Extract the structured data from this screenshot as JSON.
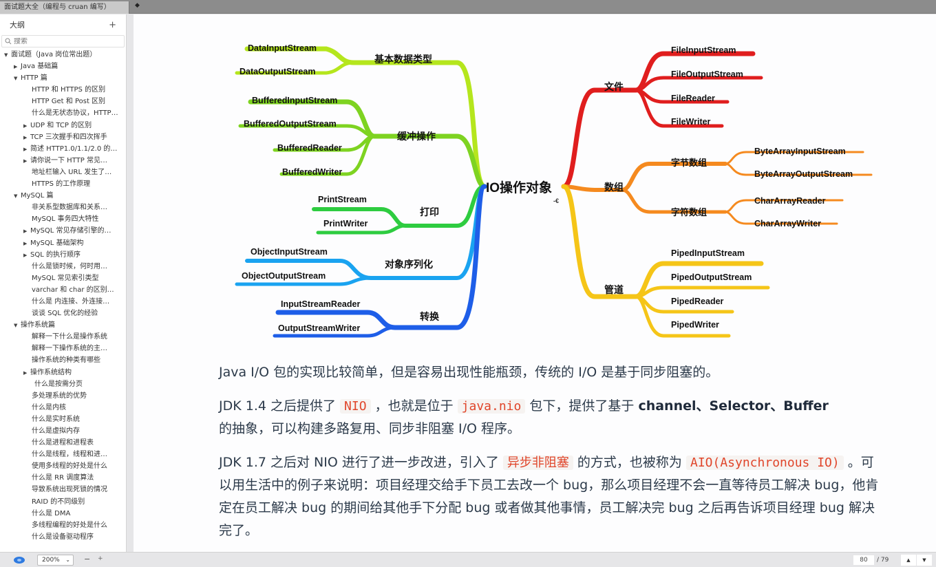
{
  "window": {
    "tab_title": "面试题大全（编程与 cruan 编写）",
    "back_icon": "back-icon"
  },
  "sidebar": {
    "title": "大纲",
    "add_label": "+",
    "search_placeholder": "搜索",
    "items": [
      {
        "label": "面试题（Java 岗位常出题）",
        "level": 0,
        "arrow": "▼"
      },
      {
        "label": "Java 基础篇",
        "level": 1,
        "arrow": "▶"
      },
      {
        "label": "HTTP 篇",
        "level": 1,
        "arrow": "▼"
      },
      {
        "label": "HTTP 和 HTTPS 的区别",
        "level": 2,
        "arrow": ""
      },
      {
        "label": "HTTP Get 和 Post 区别",
        "level": 2,
        "arrow": ""
      },
      {
        "label": "什么是无状态协议，HTTP…",
        "level": 2,
        "arrow": ""
      },
      {
        "label": "UDP 和 TCP 的区别",
        "level": 2,
        "arrow": "▶"
      },
      {
        "label": "TCP 三次握手和四次挥手",
        "level": 2,
        "arrow": "▶"
      },
      {
        "label": "简述 HTTP1.0/1.1/2.0 的…",
        "level": 2,
        "arrow": "▶"
      },
      {
        "label": "请你说一下 HTTP 常见…",
        "level": 2,
        "arrow": "▶"
      },
      {
        "label": "地址栏输入 URL 发生了…",
        "level": 2,
        "arrow": ""
      },
      {
        "label": "HTTPS 的工作原理",
        "level": 2,
        "arrow": ""
      },
      {
        "label": "MySQL 篇",
        "level": 1,
        "arrow": "▼"
      },
      {
        "label": "非关系型数据库和关系…",
        "level": 2,
        "arrow": ""
      },
      {
        "label": "MySQL 事务四大特性",
        "level": 2,
        "arrow": ""
      },
      {
        "label": "MySQL 常见存储引擎的…",
        "level": 2,
        "arrow": "▶"
      },
      {
        "label": "MySQL 基础架构",
        "level": 2,
        "arrow": "▶"
      },
      {
        "label": "SQL 的执行顺序",
        "level": 2,
        "arrow": "▶"
      },
      {
        "label": "什么是锁时候，何时用…",
        "level": 2,
        "arrow": ""
      },
      {
        "label": "MySQL 常见索引类型",
        "level": 2,
        "arrow": ""
      },
      {
        "label": "varchar 和 char 的区别…",
        "level": 2,
        "arrow": ""
      },
      {
        "label": "什么是 内连接、外连接…",
        "level": 2,
        "arrow": ""
      },
      {
        "label": "谈谈 SQL 优化的经验",
        "level": 2,
        "arrow": ""
      },
      {
        "label": "操作系统篇",
        "level": 1,
        "arrow": "▼"
      },
      {
        "label": "解释一下什么是操作系统",
        "level": 2,
        "arrow": ""
      },
      {
        "label": "解释一下操作系统的主…",
        "level": 2,
        "arrow": ""
      },
      {
        "label": "操作系统的种类有哪些",
        "level": 2,
        "arrow": ""
      },
      {
        "label": "操作系统结构",
        "level": 2,
        "arrow": "▶"
      },
      {
        "label": "什么是按需分页",
        "level": 3,
        "arrow": ""
      },
      {
        "label": "多处理系统的优势",
        "level": 2,
        "arrow": ""
      },
      {
        "label": "什么是内核",
        "level": 2,
        "arrow": ""
      },
      {
        "label": "什么是实时系统",
        "level": 2,
        "arrow": ""
      },
      {
        "label": "什么是虚拟内存",
        "level": 2,
        "arrow": ""
      },
      {
        "label": "什么是进程和进程表",
        "level": 2,
        "arrow": ""
      },
      {
        "label": "什么是线程，线程和进…",
        "level": 2,
        "arrow": ""
      },
      {
        "label": "使用多线程的好处是什么",
        "level": 2,
        "arrow": ""
      },
      {
        "label": "什么是 RR 调度算法",
        "level": 2,
        "arrow": ""
      },
      {
        "label": "导致系统出现死锁的情况",
        "level": 2,
        "arrow": ""
      },
      {
        "label": "RAID 的不同级别",
        "level": 2,
        "arrow": ""
      },
      {
        "label": "什么是 DMA",
        "level": 2,
        "arrow": ""
      },
      {
        "label": "多线程编程的好处是什么",
        "level": 2,
        "arrow": ""
      },
      {
        "label": "什么是设备驱动程序",
        "level": 2,
        "arrow": ""
      }
    ]
  },
  "bottombar": {
    "zoom_value": "200%",
    "zoom_minus": "−",
    "zoom_plus": "+",
    "page_current": "80",
    "page_total": "/ 79",
    "nav_up": "▲",
    "nav_down": "▼"
  },
  "mindmap": {
    "root": "IO操作对象",
    "root_marker": "-€",
    "left_branches": [
      {
        "label": "基本数据类型",
        "color": "#b5e61d",
        "children": [
          "DataInputStream",
          "DataOutputStream"
        ]
      },
      {
        "label": "缓冲操作",
        "color": "#7ed321",
        "children": [
          "BufferedInputStream",
          "BufferedOutputStream",
          "BufferedReader",
          "BufferedWriter"
        ]
      },
      {
        "label": "打印",
        "color": "#2ecc40",
        "children": [
          "PrintStream",
          "PrintWriter"
        ]
      },
      {
        "label": "对象序列化",
        "color": "#1aa3f0",
        "children": [
          "ObjectInputStream",
          "ObjectOutputStream"
        ]
      },
      {
        "label": "转换",
        "color": "#1e5ee8",
        "children": [
          "InputStreamReader",
          "OutputStreamWriter"
        ]
      }
    ],
    "right_branches": [
      {
        "label": "文件",
        "color": "#e01e1e",
        "children": [
          "FileInputStream",
          "FileOutputStream",
          "FileReader",
          "FileWriter"
        ]
      },
      {
        "label": "数组",
        "color": "#f58a1f",
        "children": [
          {
            "label": "字节数组",
            "children": [
              "ByteArrayInputStream",
              "ByteArrayOutputStream"
            ]
          },
          {
            "label": "字符数组",
            "children": [
              "CharArrayReader",
              "CharArrayWriter"
            ]
          }
        ]
      },
      {
        "label": "管道",
        "color": "#f5c518",
        "children": [
          "PipedInputStream",
          "PipedOutputStream",
          "PipedReader",
          "PipedWriter"
        ]
      }
    ]
  },
  "article": {
    "p1": "Java I/O 包的实现比较简单，但是容易出现性能瓶颈，传统的 I/O 是基于同步阻塞的。",
    "p2_a": "JDK 1.4 之后提供了 ",
    "p2_code1": "NIO",
    "p2_b": " ，也就是位于 ",
    "p2_code2": "java.nio",
    "p2_c": " 包下，提供了基于 ",
    "p2_bold": "channel、Selector、Buffer",
    "p2_d": "的抽象，可以构建多路复用、同步非阻塞 I/O 程序。",
    "p3_a": "JDK 1.7 之后对 NIO 进行了进一步改进，引入了 ",
    "p3_code1": "异步非阻塞",
    "p3_b": " 的方式，也被称为 ",
    "p3_code2": "AIO(Asynchronous IO)",
    "p3_c": " 。可以用生活中的例子来说明：项目经理交给手下员工去改一个 bug，那么项目经理不会一直等待员工解决 bug，他肯定在员工解决 bug 的期间给其他手下分配 bug 或者做其他事情，员工解决完 bug 之后再告诉项目经理 bug 解决完了。"
  }
}
